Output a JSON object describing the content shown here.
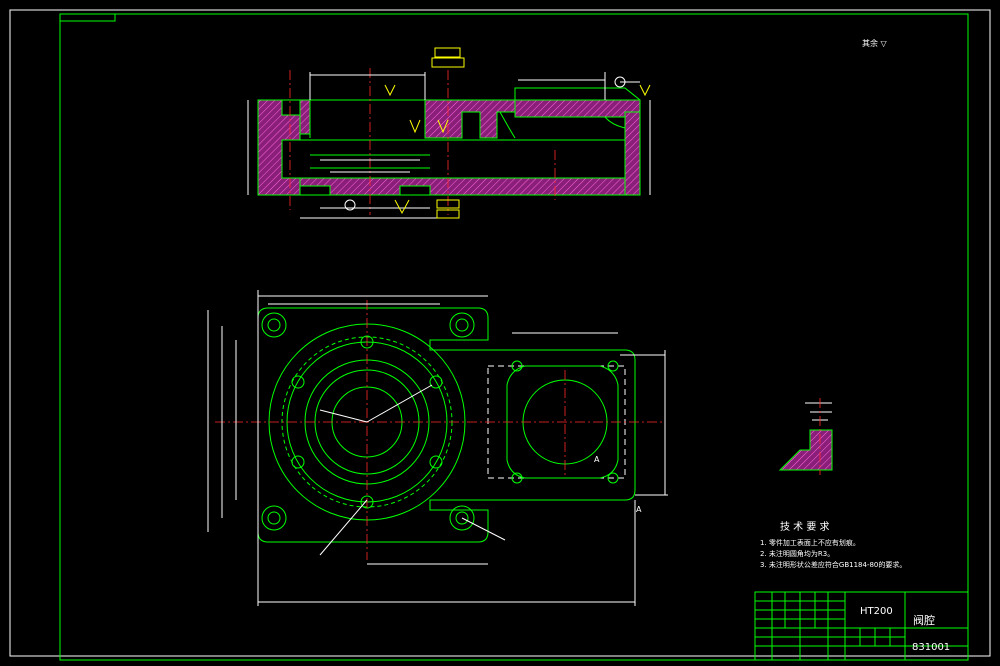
{
  "drawing": {
    "surface_note": "其余 ▽",
    "section_label_a": "A",
    "section_label_b": "A",
    "tech": {
      "heading": "技 术 要 求",
      "items": [
        "1. 零件加工表面上不应有划痕。",
        "2. 未注明圆角均为R3。",
        "3. 未注明形状公差应符合GB1184-80的要求。"
      ]
    },
    "title_block": {
      "material": "HT200",
      "part_name": "阀腔",
      "drawing_no": "831001"
    }
  },
  "colors": {
    "outline": "#00ff00",
    "dimension": "#ffffff",
    "centerline": "#ff2a2a",
    "annotation": "#ffff00",
    "section_hatch": "#8a1f7a",
    "background": "#000000"
  }
}
